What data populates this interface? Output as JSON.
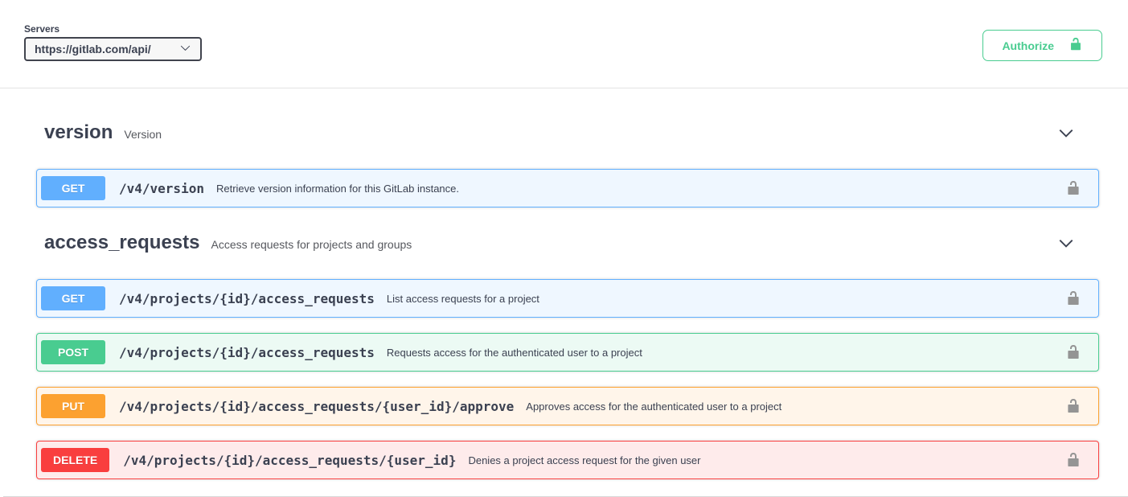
{
  "servers": {
    "label": "Servers",
    "selected": "https://gitlab.com/api/"
  },
  "authorize": {
    "label": "Authorize"
  },
  "colors": {
    "get": "#61affe",
    "post": "#49cc90",
    "put": "#fca130",
    "delete": "#f93e3e",
    "accent_green": "#49cc90",
    "heading_text": "#3b4151",
    "lock_gray": "#949494"
  },
  "icons": {
    "servers_chevron": "chevron-down-icon",
    "authorize_lock": "unlock-icon",
    "section_chevron": "chevron-down-icon",
    "row_lock": "unlock-icon"
  },
  "sections": [
    {
      "title": "version",
      "description": "Version",
      "operations": [
        {
          "method": "GET",
          "path": "/v4/version",
          "summary": "Retrieve version information for this GitLab instance."
        }
      ]
    },
    {
      "title": "access_requests",
      "description": "Access requests for projects and groups",
      "operations": [
        {
          "method": "GET",
          "path": "/v4/projects/{id}/access_requests",
          "summary": "List access requests for a project"
        },
        {
          "method": "POST",
          "path": "/v4/projects/{id}/access_requests",
          "summary": "Requests access for the authenticated user to a project"
        },
        {
          "method": "PUT",
          "path": "/v4/projects/{id}/access_requests/{user_id}/approve",
          "summary": "Approves access for the authenticated user to a project"
        },
        {
          "method": "DELETE",
          "path": "/v4/projects/{id}/access_requests/{user_id}",
          "summary": "Denies a project access request for the given user"
        }
      ]
    }
  ]
}
